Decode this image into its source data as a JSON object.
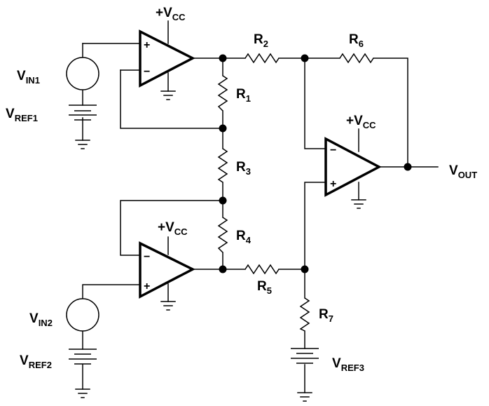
{
  "components": {
    "vcc_label": "+V",
    "vcc_sub": "CC",
    "r1": {
      "main": "R",
      "sub": "1"
    },
    "r2": {
      "main": "R",
      "sub": "2"
    },
    "r3": {
      "main": "R",
      "sub": "3"
    },
    "r4": {
      "main": "R",
      "sub": "4"
    },
    "r5": {
      "main": "R",
      "sub": "5"
    },
    "r6": {
      "main": "R",
      "sub": "6"
    },
    "r7": {
      "main": "R",
      "sub": "7"
    },
    "vin1": {
      "main": "V",
      "sub": "IN1"
    },
    "vin2": {
      "main": "V",
      "sub": "IN2"
    },
    "vref1": {
      "main": "V",
      "sub": "REF1"
    },
    "vref2": {
      "main": "V",
      "sub": "REF2"
    },
    "vref3": {
      "main": "V",
      "sub": "REF3"
    },
    "vout": {
      "main": "V",
      "sub": "OUT"
    }
  },
  "signs": {
    "plus": "+",
    "minus": "−"
  }
}
